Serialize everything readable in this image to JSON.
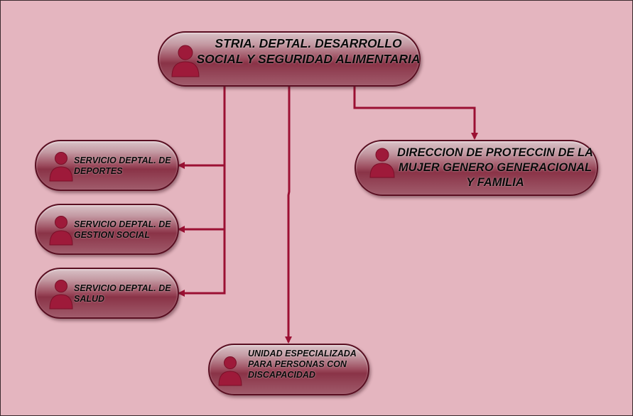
{
  "nodes": {
    "root": {
      "label": "STRIA. DEPTAL. DESARROLLO SOCIAL Y SEGURIDAD ALIMENTARIA"
    },
    "deportes": {
      "label": "SERVICIO DEPTAL. DE DEPORTES"
    },
    "gestion": {
      "label": "SERVICIO DEPTAL. DE GESTION SOCIAL"
    },
    "salud": {
      "label": "SERVICIO DEPTAL. DE SALUD"
    },
    "unidad": {
      "label": "UNIDAD ESPECIALIZADA PARA PERSONAS CON DISCAPACIDAD"
    },
    "direccion": {
      "label": "DIRECCION DE PROTECCIN DE LA MUJER GENERO GENERACIONAL Y FAMILIA"
    }
  },
  "colors": {
    "background": "#e4b5bf",
    "connector": "#9b1033",
    "node_border": "#5a0f22",
    "avatar": "#9e1a3a"
  },
  "icons": {
    "person": "person-icon",
    "arrow": "arrowhead"
  }
}
